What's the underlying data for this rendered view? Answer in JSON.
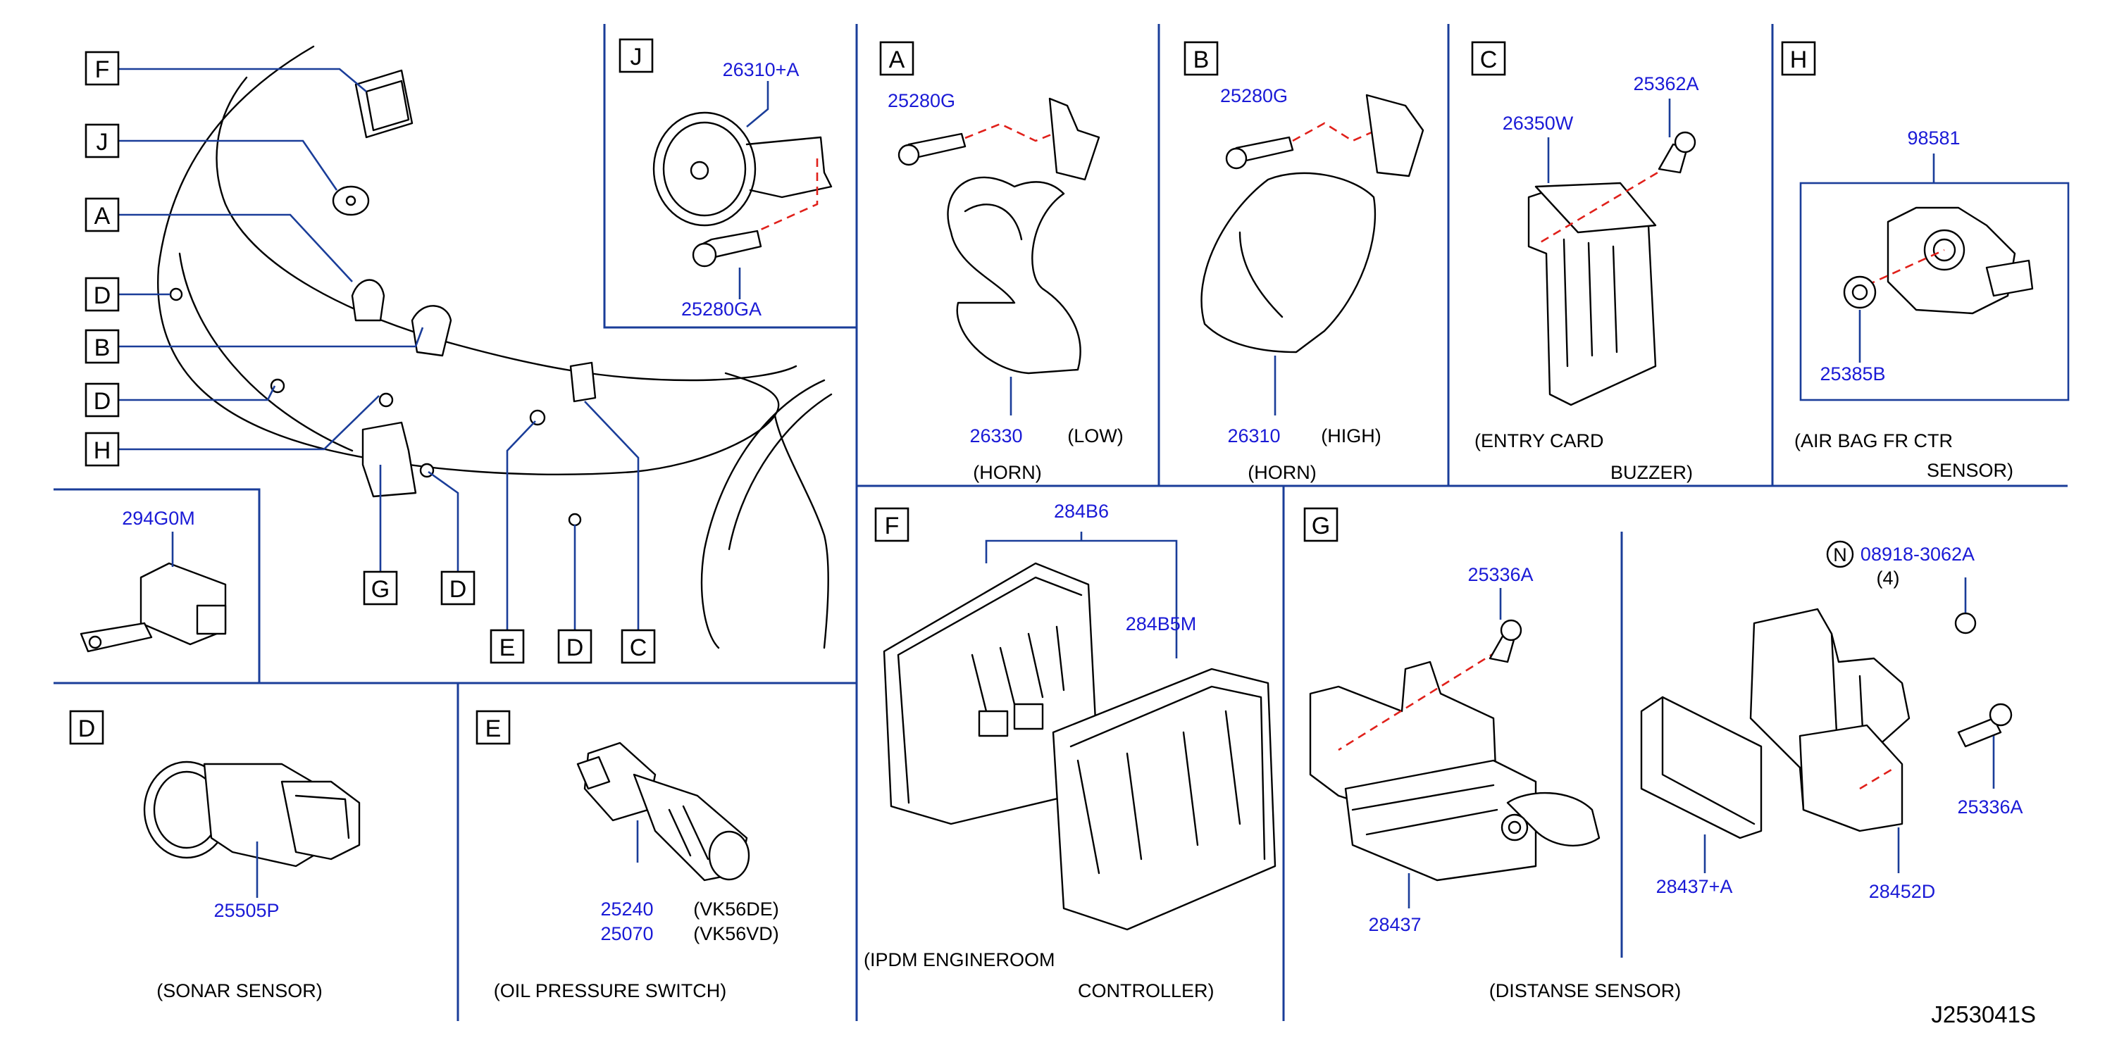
{
  "diagram_ref": "J253041S",
  "overview": {
    "callouts": [
      "F",
      "J",
      "A",
      "D",
      "B",
      "D",
      "H",
      "G",
      "D",
      "E",
      "D",
      "C"
    ]
  },
  "panels": {
    "J": {
      "letter": "J",
      "parts": [
        "26310+A",
        "25280GA"
      ]
    },
    "A": {
      "letter": "A",
      "parts": [
        "25280G",
        "26330"
      ],
      "variant": "(LOW)",
      "caption": "(HORN)"
    },
    "B": {
      "letter": "B",
      "parts": [
        "25280G",
        "26310"
      ],
      "variant": "(HIGH)",
      "caption": "(HORN)"
    },
    "C": {
      "letter": "C",
      "parts": [
        "26350W",
        "25362A"
      ],
      "caption_line1": "(ENTRY   CARD",
      "caption_line2": "BUZZER)"
    },
    "H": {
      "letter": "H",
      "parts": [
        "98581",
        "25385B"
      ],
      "caption_line1": "(AIR   BAG   FR   CTR",
      "caption_line2": "SENSOR)"
    },
    "harness": {
      "parts": [
        "294G0M"
      ]
    },
    "F": {
      "letter": "F",
      "parts": [
        "284B6",
        "284B5M"
      ],
      "caption_line1": "(IPDM   ENGINEROOM",
      "caption_line2": "CONTROLLER)"
    },
    "G": {
      "letter": "G",
      "parts": [
        "25336A",
        "28437",
        "08918-3062A",
        "25336A",
        "28437+A",
        "28452D"
      ],
      "nut_marker": "N",
      "nut_qty": "(4)",
      "caption": "(DISTANSE   SENSOR)"
    },
    "D": {
      "letter": "D",
      "parts": [
        "25505P"
      ],
      "caption": "(SONAR   SENSOR)"
    },
    "E": {
      "letter": "E",
      "parts": [
        "25240",
        "25070"
      ],
      "variants": [
        "(VK56DE)",
        "(VK56VD)"
      ],
      "caption": "(OIL   PRESSURE   SWITCH)"
    }
  },
  "colors": {
    "part_number": "#1a1ad6",
    "leader": "#1a3d99",
    "dashed_fastener_line": "#e0201a",
    "text": "#000000"
  }
}
